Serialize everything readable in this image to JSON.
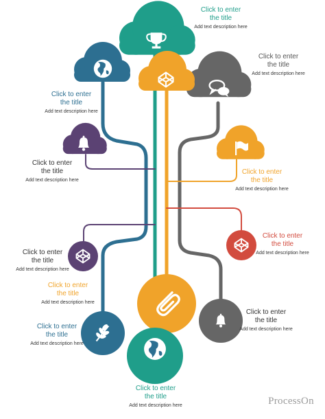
{
  "colors": {
    "teal": "#1f9e8a",
    "blue": "#2d6f91",
    "orange": "#f0a32a",
    "gray": "#666666",
    "purple": "#5b4273",
    "red": "#d24b3e",
    "darkblue": "#2d6f91"
  },
  "nodes": [
    {
      "id": "trophy",
      "icon": "trophy-icon",
      "color": "teal",
      "title": "Click to enter\nthe title",
      "desc": "Add text description here"
    },
    {
      "id": "globe-top",
      "icon": "globe-icon",
      "color": "blue",
      "title": "Click to enter\nthe title",
      "desc": "Add text description here"
    },
    {
      "id": "codepen-top",
      "icon": "codepen-icon",
      "color": "orange",
      "title": "",
      "desc": ""
    },
    {
      "id": "chat",
      "icon": "chat-icon",
      "color": "gray",
      "title": "Click to enter\nthe title",
      "desc": "Add text description here"
    },
    {
      "id": "bell-purple",
      "icon": "bell-icon",
      "color": "purple",
      "title": "Click to enter\nthe title",
      "desc": "Add text description here"
    },
    {
      "id": "flag",
      "icon": "flag-icon",
      "color": "orange",
      "title": "Click to enter\nthe title",
      "desc": "Add text description here"
    },
    {
      "id": "codepen-red",
      "icon": "codepen-icon",
      "color": "red",
      "title": "Click to enter\nthe title",
      "desc": "Add text description here"
    },
    {
      "id": "codepen-purple",
      "icon": "codepen-icon",
      "color": "purple",
      "title": "Click to enter\nthe title",
      "desc": "Add text description here"
    },
    {
      "id": "clip",
      "icon": "paperclip-icon",
      "color": "orange",
      "title": "Click to enter\nthe title",
      "desc": "Add text description here"
    },
    {
      "id": "leaf",
      "icon": "leaf-icon",
      "color": "blue",
      "title": "Click to enter\nthe title",
      "desc": "Add text description here"
    },
    {
      "id": "bell-gray",
      "icon": "bell-icon",
      "color": "gray",
      "title": "Click to enter\nthe title",
      "desc": "Add text description here"
    },
    {
      "id": "globe-bottom",
      "icon": "globe-icon",
      "color": "teal",
      "title": "Click to enter\nthe title",
      "desc": "Add text description here"
    }
  ],
  "brand": "ProcessOn"
}
